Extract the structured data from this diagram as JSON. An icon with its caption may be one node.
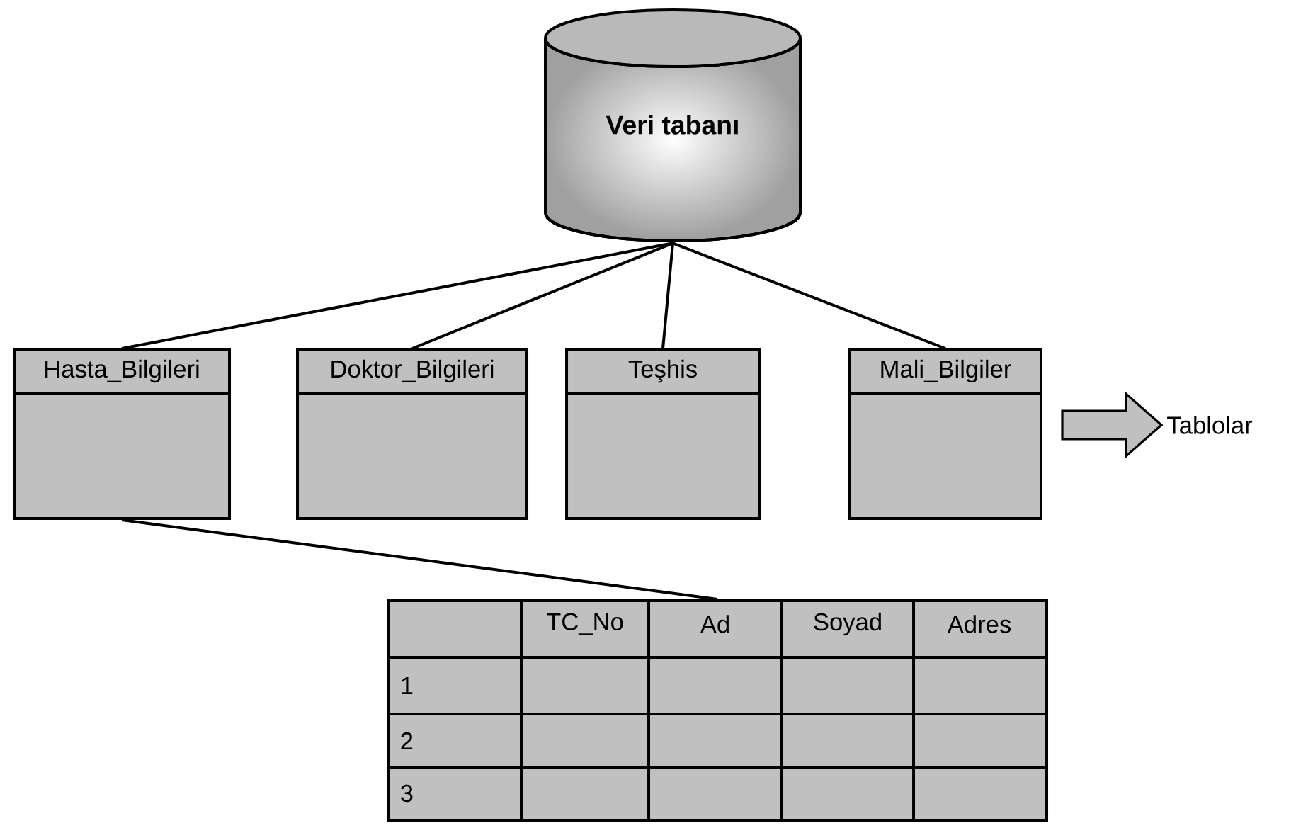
{
  "diagram": {
    "nodes": [
      {
        "text": [
          "Veri tabanı"
        ]
      },
      {
        "text": [
          "Hasta_Bilgileri"
        ]
      },
      {
        "text": [
          "Doktor_Bilgileri"
        ]
      },
      {
        "text": [
          "Teşhis"
        ]
      },
      {
        "text": [
          "Mali_Bilgiler"
        ]
      },
      {
        "text": [
          "TC_No",
          "Ad",
          "Soyad",
          "Adres",
          "1",
          "2",
          "3"
        ]
      },
      {
        "text": [
          "Tablolar"
        ]
      }
    ],
    "edges": [
      {
        "from": 0,
        "to": 1,
        "arrow": "none"
      },
      {
        "from": 0,
        "to": 2,
        "arrow": "none"
      },
      {
        "from": 0,
        "to": 3,
        "arrow": "none"
      },
      {
        "from": 0,
        "to": 4,
        "arrow": "none"
      },
      {
        "from": 1,
        "to": 5,
        "arrow": "none"
      },
      {
        "from": null,
        "to": 6,
        "arrow": "to"
      }
    ]
  }
}
